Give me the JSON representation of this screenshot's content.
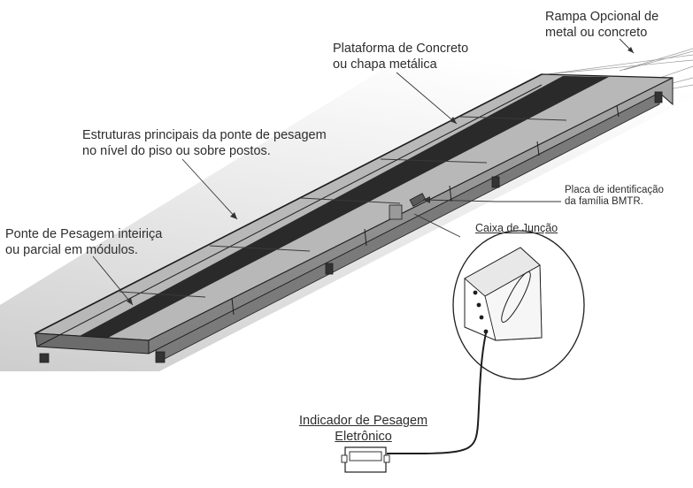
{
  "labels": {
    "rampa": [
      "Rampa Opcional de",
      "metal ou concreto"
    ],
    "plataforma": [
      "Plataforma de Concreto",
      "ou chapa metálica"
    ],
    "estruturas": [
      "Estruturas principais da ponte de pesagem",
      "no nível do piso ou sobre postos."
    ],
    "ponte": [
      "Ponte de Pesagem inteiriça",
      "ou parcial em módulos."
    ],
    "placa": [
      "Placa de identificação",
      "da família BMTR."
    ],
    "caixa": "Caixa de Junção",
    "indicador": [
      "Indicador de Pesagem",
      "Eletrônico"
    ]
  },
  "colors": {
    "frame": "#1e1e1e",
    "side_panel": "#8f8f8f",
    "deck_track": "#2a2a2a",
    "deck_fill": "#b8b8b8",
    "leader": "#333333"
  }
}
